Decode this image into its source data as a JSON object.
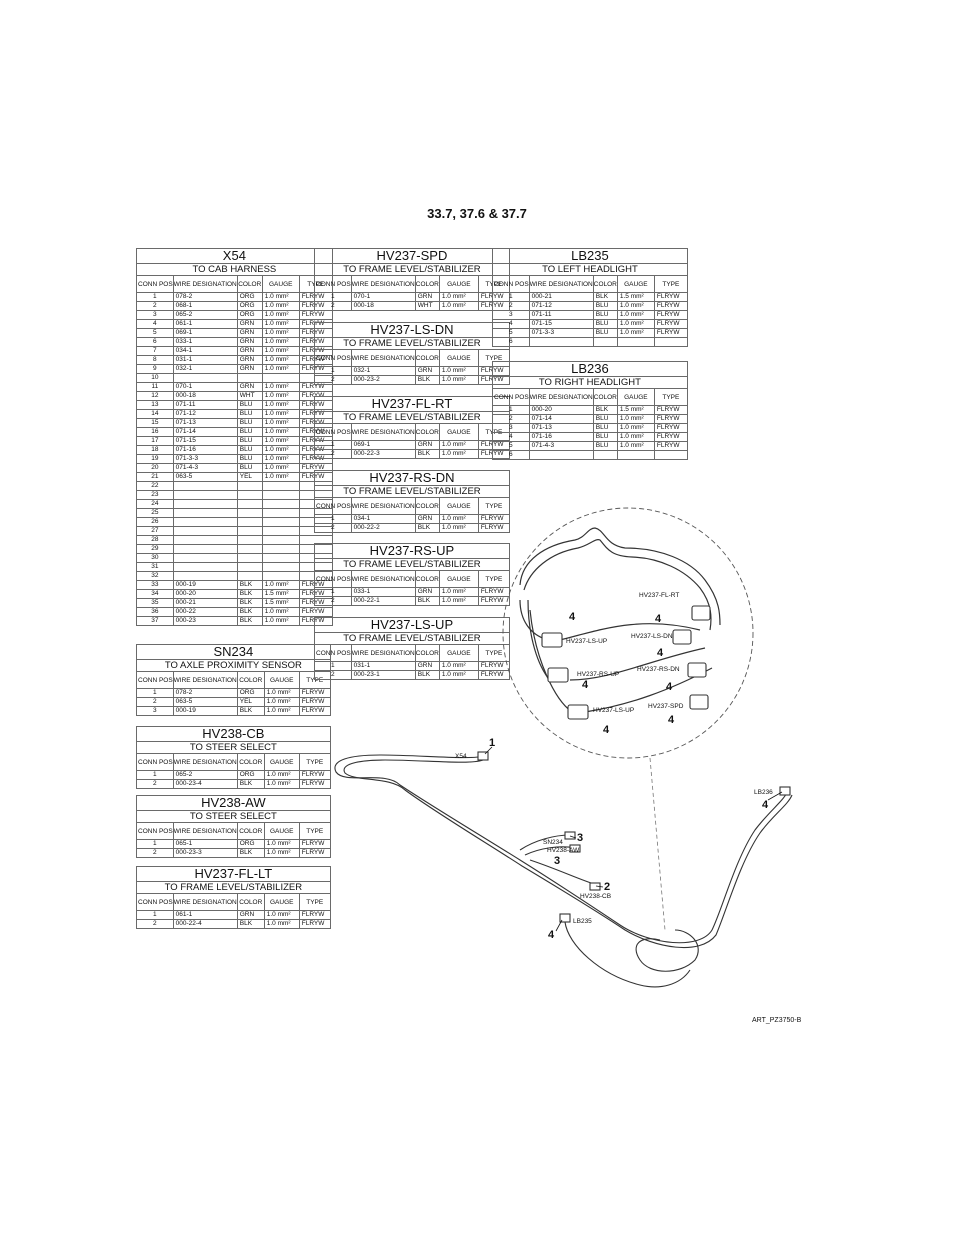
{
  "title": "33.7, 37.6 & 37.7",
  "headers": {
    "pos": "CONN POS",
    "wire": "WIRE DESIGNATION",
    "color": "COLOR",
    "gauge": "GAUGE",
    "type": "TYPE"
  },
  "tables": [
    {
      "name": "X54",
      "dest": "TO CAB HARNESS",
      "rows": [
        [
          "1",
          "078-2",
          "ORG",
          "1.0 mm²",
          "FLRYW"
        ],
        [
          "2",
          "068-1",
          "ORG",
          "1.0 mm²",
          "FLRYW"
        ],
        [
          "3",
          "065-2",
          "ORG",
          "1.0 mm²",
          "FLRYW"
        ],
        [
          "4",
          "061-1",
          "GRN",
          "1.0 mm²",
          "FLRYW"
        ],
        [
          "5",
          "069-1",
          "GRN",
          "1.0 mm²",
          "FLRYW"
        ],
        [
          "6",
          "033-1",
          "GRN",
          "1.0 mm²",
          "FLRYW"
        ],
        [
          "7",
          "034-1",
          "GRN",
          "1.0 mm²",
          "FLRYW"
        ],
        [
          "8",
          "031-1",
          "GRN",
          "1.0 mm²",
          "FLRYW"
        ],
        [
          "9",
          "032-1",
          "GRN",
          "1.0 mm²",
          "FLRYW"
        ],
        [
          "10",
          "",
          "",
          "",
          ""
        ],
        [
          "11",
          "070-1",
          "GRN",
          "1.0 mm²",
          "FLRYW"
        ],
        [
          "12",
          "000-18",
          "WHT",
          "1.0 mm²",
          "FLRYW"
        ],
        [
          "13",
          "071-11",
          "BLU",
          "1.0 mm²",
          "FLRYW"
        ],
        [
          "14",
          "071-12",
          "BLU",
          "1.0 mm²",
          "FLRYW"
        ],
        [
          "15",
          "071-13",
          "BLU",
          "1.0 mm²",
          "FLRYW"
        ],
        [
          "16",
          "071-14",
          "BLU",
          "1.0 mm²",
          "FLRYW"
        ],
        [
          "17",
          "071-15",
          "BLU",
          "1.0 mm²",
          "FLRYW"
        ],
        [
          "18",
          "071-16",
          "BLU",
          "1.0 mm²",
          "FLRYW"
        ],
        [
          "19",
          "071-3-3",
          "BLU",
          "1.0 mm²",
          "FLRYW"
        ],
        [
          "20",
          "071-4-3",
          "BLU",
          "1.0 mm²",
          "FLRYW"
        ],
        [
          "21",
          "063-5",
          "YEL",
          "1.0 mm²",
          "FLRYW"
        ],
        [
          "22",
          "",
          "",
          "",
          ""
        ],
        [
          "23",
          "",
          "",
          "",
          ""
        ],
        [
          "24",
          "",
          "",
          "",
          ""
        ],
        [
          "25",
          "",
          "",
          "",
          ""
        ],
        [
          "26",
          "",
          "",
          "",
          ""
        ],
        [
          "27",
          "",
          "",
          "",
          ""
        ],
        [
          "28",
          "",
          "",
          "",
          ""
        ],
        [
          "29",
          "",
          "",
          "",
          ""
        ],
        [
          "30",
          "",
          "",
          "",
          ""
        ],
        [
          "31",
          "",
          "",
          "",
          ""
        ],
        [
          "32",
          "",
          "",
          "",
          ""
        ],
        [
          "33",
          "000-19",
          "BLK",
          "1.0 mm²",
          "FLRYW"
        ],
        [
          "34",
          "000-20",
          "BLK",
          "1.5 mm²",
          "FLRYW"
        ],
        [
          "35",
          "000-21",
          "BLK",
          "1.5 mm²",
          "FLRYW"
        ],
        [
          "36",
          "000-22",
          "BLK",
          "1.0 mm²",
          "FLRYW"
        ],
        [
          "37",
          "000-23",
          "BLK",
          "1.0 mm²",
          "FLRYW"
        ]
      ]
    },
    {
      "name": "SN234",
      "dest": "TO AXLE PROXIMITY SENSOR",
      "rows": [
        [
          "1",
          "078-2",
          "ORG",
          "1.0 mm²",
          "FLRYW"
        ],
        [
          "2",
          "063-5",
          "YEL",
          "1.0 mm²",
          "FLRYW"
        ],
        [
          "3",
          "000-19",
          "BLK",
          "1.0 mm²",
          "FLRYW"
        ]
      ]
    },
    {
      "name": "HV238-CB",
      "dest": "TO STEER SELECT",
      "rows": [
        [
          "1",
          "065-2",
          "ORG",
          "1.0 mm²",
          "FLRYW"
        ],
        [
          "2",
          "000-23-4",
          "BLK",
          "1.0 mm²",
          "FLRYW"
        ]
      ]
    },
    {
      "name": "HV238-AW",
      "dest": "TO STEER SELECT",
      "rows": [
        [
          "1",
          "065-1",
          "ORG",
          "1.0 mm²",
          "FLRYW"
        ],
        [
          "2",
          "000-23-3",
          "BLK",
          "1.0 mm²",
          "FLRYW"
        ]
      ]
    },
    {
      "name": "HV237-FL-LT",
      "dest": "TO FRAME LEVEL/STABILIZER",
      "rows": [
        [
          "1",
          "061-1",
          "GRN",
          "1.0 mm²",
          "FLRYW"
        ],
        [
          "2",
          "000-22-4",
          "BLK",
          "1.0 mm²",
          "FLRYW"
        ]
      ]
    },
    {
      "name": "HV237-SPD",
      "dest": "TO FRAME LEVEL/STABILIZER",
      "rows": [
        [
          "1",
          "070-1",
          "GRN",
          "1.0 mm²",
          "FLRYW"
        ],
        [
          "2",
          "000-18",
          "WHT",
          "1.0 mm²",
          "FLRYW"
        ]
      ]
    },
    {
      "name": "HV237-LS-DN",
      "dest": "TO FRAME LEVEL/STABILIZER",
      "rows": [
        [
          "1",
          "032-1",
          "GRN",
          "1.0 mm²",
          "FLRYW"
        ],
        [
          "2",
          "000-23-2",
          "BLK",
          "1.0 mm²",
          "FLRYW"
        ]
      ]
    },
    {
      "name": "HV237-FL-RT",
      "dest": "TO FRAME LEVEL/STABILIZER",
      "rows": [
        [
          "1",
          "069-1",
          "GRN",
          "1.0 mm²",
          "FLRYW"
        ],
        [
          "2",
          "000-22-3",
          "BLK",
          "1.0 mm²",
          "FLRYW"
        ]
      ]
    },
    {
      "name": "HV237-RS-DN",
      "dest": "TO FRAME LEVEL/STABILIZER",
      "rows": [
        [
          "1",
          "034-1",
          "GRN",
          "1.0 mm²",
          "FLRYW"
        ],
        [
          "2",
          "000-22-2",
          "BLK",
          "1.0 mm²",
          "FLRYW"
        ]
      ]
    },
    {
      "name": "HV237-RS-UP",
      "dest": "TO FRAME LEVEL/STABILIZER",
      "rows": [
        [
          "1",
          "033-1",
          "GRN",
          "1.0 mm²",
          "FLRYW"
        ],
        [
          "2",
          "000-22-1",
          "BLK",
          "1.0 mm²",
          "FLRYW"
        ]
      ]
    },
    {
      "name": "HV237-LS-UP",
      "dest": "TO FRAME LEVEL/STABILIZER",
      "rows": [
        [
          "1",
          "031-1",
          "GRN",
          "1.0 mm²",
          "FLRYW"
        ],
        [
          "2",
          "000-23-1",
          "BLK",
          "1.0 mm²",
          "FLRYW"
        ]
      ]
    },
    {
      "name": "LB235",
      "dest": "TO LEFT HEADLIGHT",
      "rows": [
        [
          "1",
          "000-21",
          "BLK",
          "1.5 mm²",
          "FLRYW"
        ],
        [
          "2",
          "071-12",
          "BLU",
          "1.0 mm²",
          "FLRYW"
        ],
        [
          "3",
          "071-11",
          "BLU",
          "1.0 mm²",
          "FLRYW"
        ],
        [
          "4",
          "071-15",
          "BLU",
          "1.0 mm²",
          "FLRYW"
        ],
        [
          "5",
          "071-3-3",
          "BLU",
          "1.0 mm²",
          "FLRYW"
        ],
        [
          "6",
          "",
          "",
          "",
          ""
        ]
      ]
    },
    {
      "name": "LB236",
      "dest": "TO RIGHT HEADLIGHT",
      "rows": [
        [
          "1",
          "000-20",
          "BLK",
          "1.5 mm²",
          "FLRYW"
        ],
        [
          "2",
          "071-14",
          "BLU",
          "1.0 mm²",
          "FLRYW"
        ],
        [
          "3",
          "071-13",
          "BLU",
          "1.0 mm²",
          "FLRYW"
        ],
        [
          "4",
          "071-16",
          "BLU",
          "1.0 mm²",
          "FLRYW"
        ],
        [
          "5",
          "071-4-3",
          "BLU",
          "1.0 mm²",
          "FLRYW"
        ],
        [
          "6",
          "",
          "",
          "",
          ""
        ]
      ]
    }
  ],
  "diagram_labels": {
    "x54": "X54",
    "sn234": "SN234",
    "hv238aw": "HV238-AW",
    "hv238cb": "HV238-CB",
    "lb235": "LB235",
    "lb236": "LB236",
    "hv237_fl_rt": "HV237-FL-RT",
    "hv237_ls_dn": "HV237-LS-DN",
    "hv237_rs_dn": "HV237-RS-DN",
    "hv237_spd": "HV237-SPD",
    "hv237_ls_up": "HV237-LS-UP",
    "hv237_rs_up": "HV237-RS-UP",
    "hv237_ls_up2": "HV237-LS-UP"
  },
  "callouts": {
    "one": "1",
    "two": "2",
    "three": "3",
    "four": "4"
  },
  "art_code": "ART_PZ3750-B"
}
